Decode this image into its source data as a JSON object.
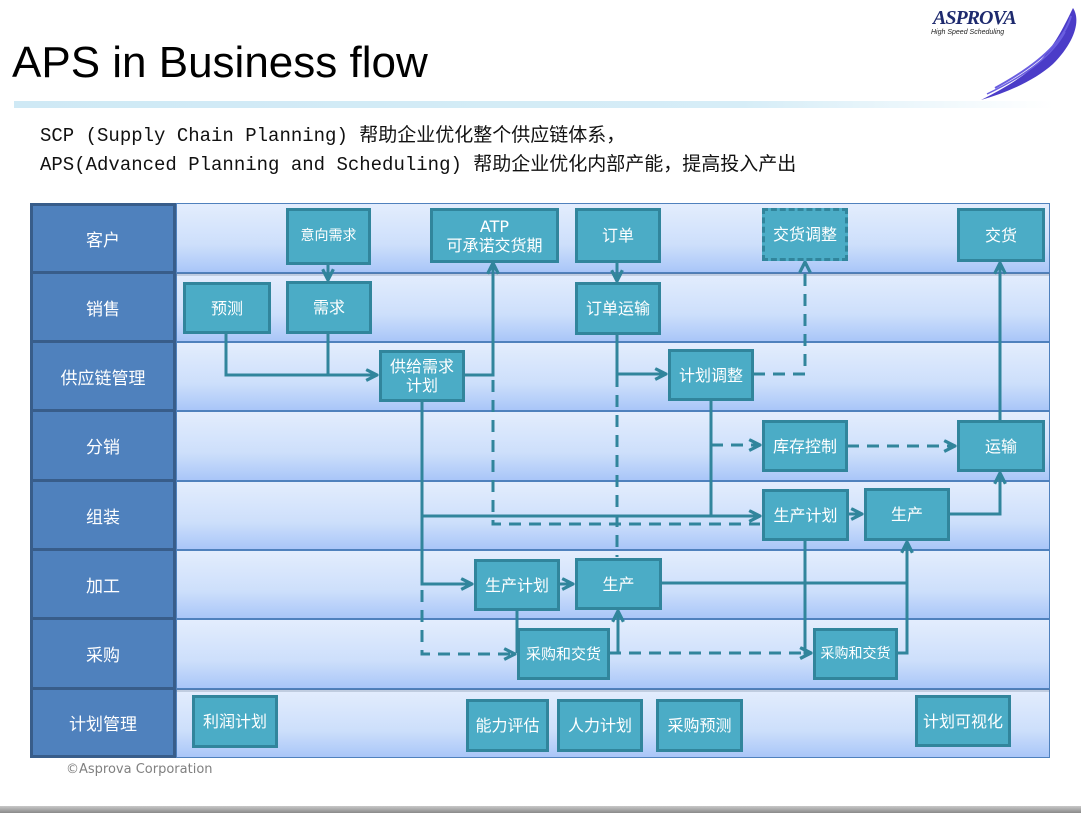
{
  "header": {
    "title": "APS in Business flow",
    "logo": {
      "name": "ASPROVA",
      "tagline": "High Speed Scheduling",
      "icon": "brush-swoosh-icon"
    }
  },
  "subtitle": {
    "line1": "SCP (Supply Chain Planning) 帮助企业优化整个供应链体系，",
    "line2": "APS(Advanced Planning and Scheduling) 帮助企业优化内部产能，提高投入产出"
  },
  "lanes": [
    {
      "label": "客户"
    },
    {
      "label": "销售"
    },
    {
      "label": "供应链管理"
    },
    {
      "label": "分销"
    },
    {
      "label": "组装"
    },
    {
      "label": "加工"
    },
    {
      "label": "采购"
    },
    {
      "label": "计划管理"
    }
  ],
  "boxes": {
    "intent_demand": "意向需求",
    "atp": "ATP\n可承诺交货期",
    "order": "订单",
    "delivery_adjust": "交货调整",
    "delivery": "交货",
    "forecast": "预测",
    "demand": "需求",
    "order_transport": "订单运输",
    "supply_demand_plan": "供给需求\n计划",
    "plan_adjust": "计划调整",
    "inventory_control": "库存控制",
    "transport": "运输",
    "assembly_prod_plan": "生产计划",
    "assembly_production": "生产",
    "machining_prod_plan": "生产计划",
    "machining_production": "生产",
    "purchase_delivery_1": "采购和交货",
    "purchase_delivery_2": "采购和交货",
    "profit_plan": "利润计划",
    "capacity_eval": "能力评估",
    "manpower_plan": "人力计划",
    "purchase_forecast": "采购预测",
    "plan_visualization": "计划可视化"
  },
  "colors": {
    "lane_label_bg": "#4f81bd",
    "box_fill": "#4bacc6",
    "box_border": "#31859c",
    "connector": "#31859c"
  },
  "footer": {
    "copyright": "©Asprova Corporation"
  }
}
